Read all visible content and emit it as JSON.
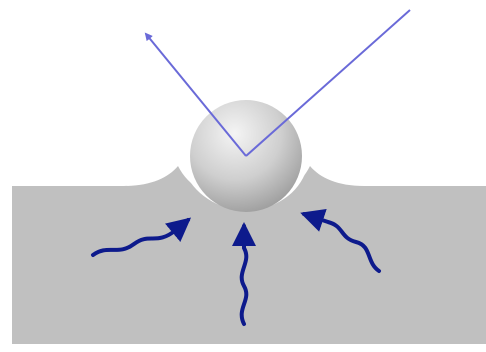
{
  "diagram": {
    "colors": {
      "background": "#ffffff",
      "surface": "#c0c0c0",
      "sphere_light": "#f4f4f4",
      "sphere_dark": "#9b9b9b",
      "ray": "#6a6ad8",
      "wave": "#0d1a8c",
      "gap": "#ffffff"
    },
    "elements": [
      {
        "name": "substrate",
        "icon": "gray-surface"
      },
      {
        "name": "droplet",
        "icon": "sphere"
      },
      {
        "name": "incident-ray",
        "icon": "line"
      },
      {
        "name": "reflected-ray",
        "icon": "arrow"
      },
      {
        "name": "wave-arrows",
        "icon": "wavy-arrow",
        "count": 3
      }
    ]
  }
}
